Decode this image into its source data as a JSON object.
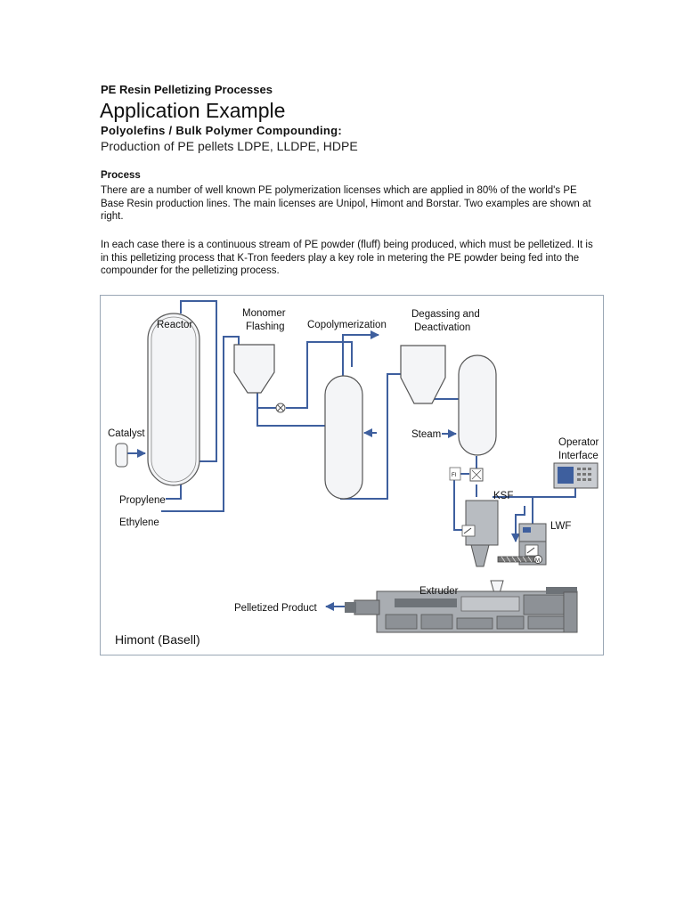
{
  "header": {
    "kicker": "PE Resin Pelletizing Processes",
    "title": "Application Example",
    "subhead": "Polyolefins / Bulk Polymer Compounding:",
    "subtitle": "Production of PE pellets LDPE, LLDPE, HDPE"
  },
  "process": {
    "heading": "Process",
    "paragraph1": "There are a number of well known PE polymerization licenses which are applied in 80% of the world's PE Base Resin production lines.   The main licenses are Unipol, Himont and Borstar.  Two examples are shown at right.",
    "paragraph2": "In each case there is a continuous stream of PE powder (fluff) being produced, which must be pelletized.  It is in this pelletizing process that K-Tron feeders play a key role in metering the PE powder being fed into the compounder for the pelletizing process."
  },
  "diagram": {
    "labels": {
      "reactor": "Reactor",
      "monomer_1": "Monomer",
      "monomer_2": "Flashing",
      "copolymerization": "Copolymerization",
      "degassing_1": "Degassing and",
      "degassing_2": "Deactivation",
      "catalyst": "Catalyst",
      "steam": "Steam",
      "operator_1": "Operator",
      "operator_2": "Interface",
      "fi": "FI",
      "ksf": "KSF",
      "lwf": "LWF",
      "m": "M",
      "propylene": "Propylene",
      "ethylene": "Ethylene",
      "extruder": "Extruder",
      "pelletized": "Pelletized Product",
      "caption": "Himont (Basell)"
    },
    "colors": {
      "pipe": "#3e5f9e",
      "vessel_fill": "#f4f5f7",
      "vessel_stroke": "#555555",
      "machine": "#a9adb2",
      "machine_dark": "#6e7378",
      "border": "#9aa7b5"
    }
  }
}
